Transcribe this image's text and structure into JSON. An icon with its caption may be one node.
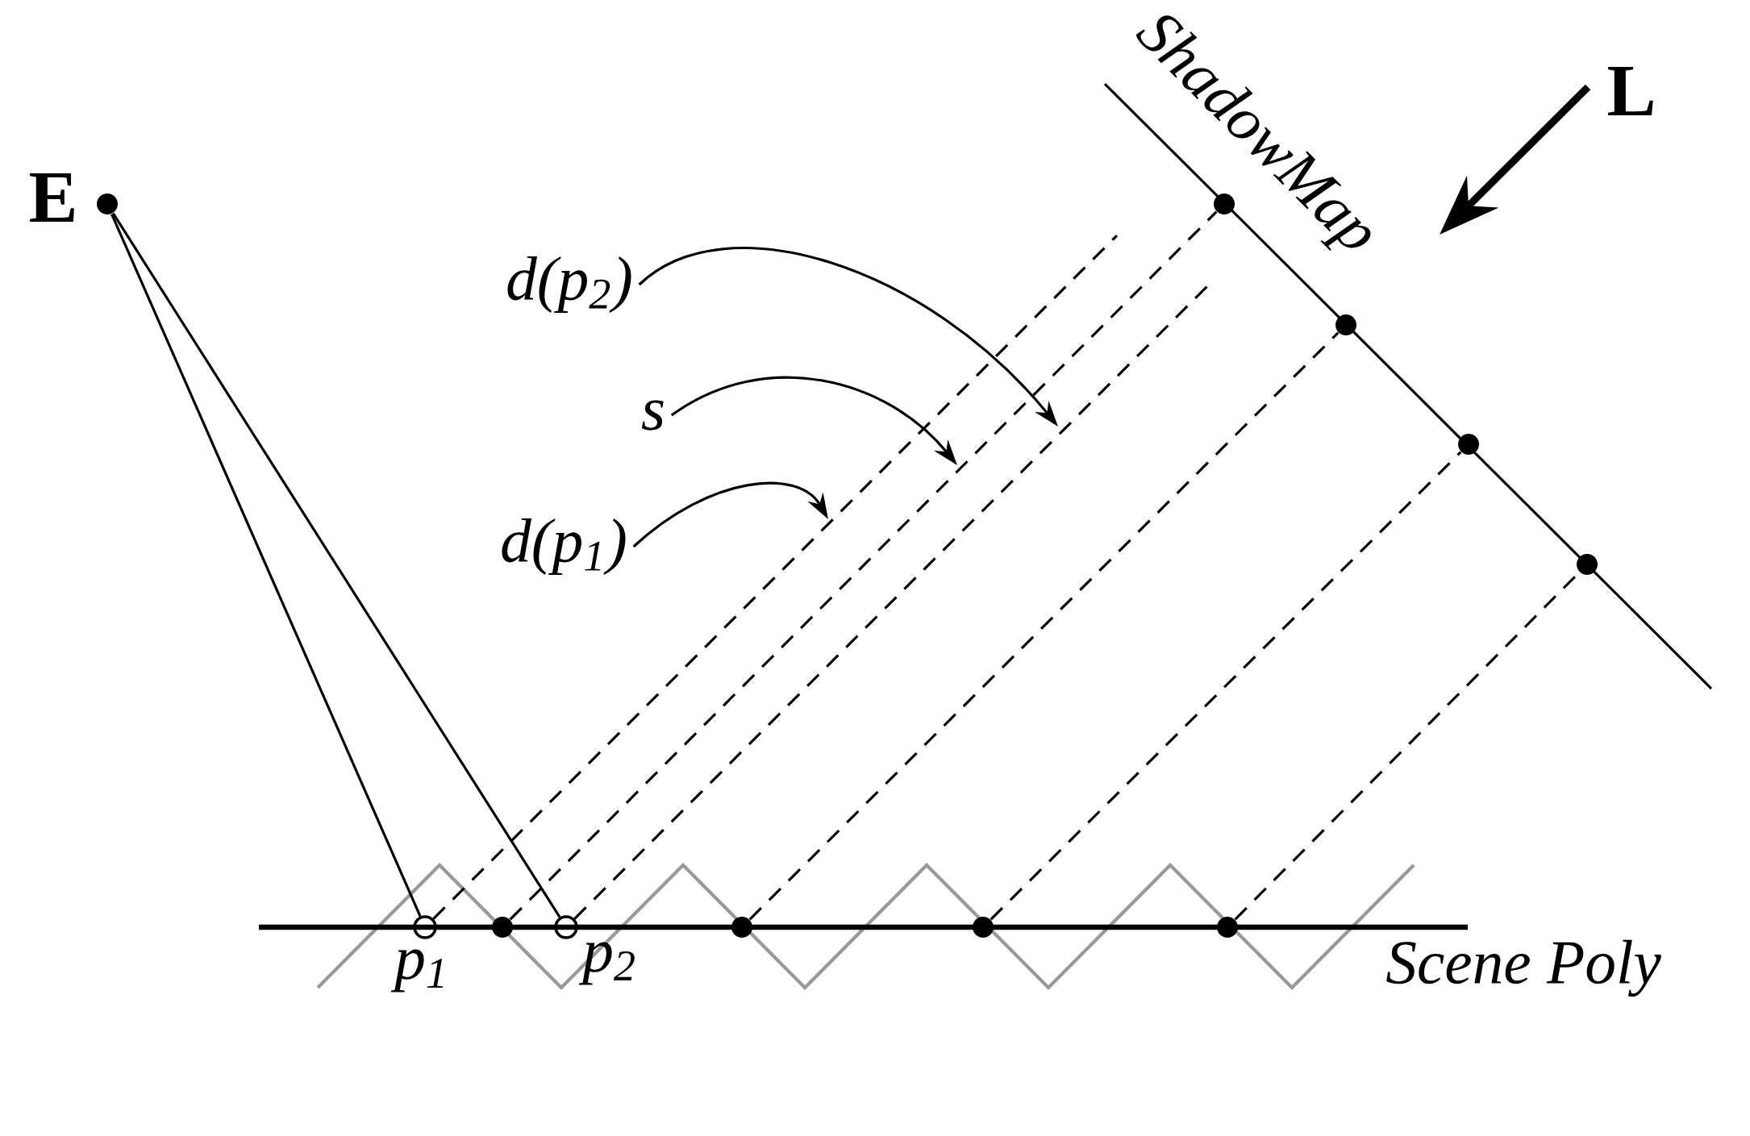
{
  "diagram": {
    "nodes": [
      {
        "text": [],
        "shape": "dot",
        "beside": [
          "E"
        ]
      },
      {
        "text": [],
        "shape": "circle",
        "beside": [
          "p$_{1}$"
        ]
      },
      {
        "text": [],
        "shape": "dot"
      },
      {
        "text": [],
        "shape": "circle",
        "beside": [
          "p$_{2}$"
        ]
      },
      {
        "text": [],
        "shape": "dot"
      },
      {
        "text": [],
        "shape": "dot"
      },
      {
        "text": [],
        "shape": "dot"
      },
      {
        "text": [],
        "shape": "dot"
      },
      {
        "text": [],
        "shape": "dot"
      },
      {
        "text": [],
        "shape": "dot"
      },
      {
        "text": [],
        "shape": "dot"
      },
      {
        "text": [
          "d(p$_{2}$)"
        ]
      },
      {
        "text": [
          "s"
        ]
      },
      {
        "text": [
          "d(p$_{1}$)"
        ]
      }
    ],
    "edges": [
      {
        "from": 0,
        "to": 1,
        "arrow": "none"
      },
      {
        "from": 0,
        "to": 3,
        "arrow": "none"
      },
      {
        "from": 1,
        "to": null,
        "arrow": "none",
        "style": "dashed"
      },
      {
        "from": 2,
        "to": 7,
        "arrow": "none",
        "style": "dashed"
      },
      {
        "from": 3,
        "to": null,
        "arrow": "none",
        "style": "dashed"
      },
      {
        "from": 4,
        "to": 8,
        "arrow": "none",
        "style": "dashed"
      },
      {
        "from": 5,
        "to": 9,
        "arrow": "none",
        "style": "dashed"
      },
      {
        "from": 6,
        "to": 10,
        "arrow": "none",
        "style": "dashed"
      },
      {
        "from": 11,
        "to": null,
        "arrow": "to"
      },
      {
        "from": 12,
        "to": null,
        "arrow": "to"
      },
      {
        "from": 13,
        "to": null,
        "arrow": "to"
      }
    ],
    "labels": [
      "Scene Poly",
      "ShadowMap",
      "L"
    ]
  }
}
